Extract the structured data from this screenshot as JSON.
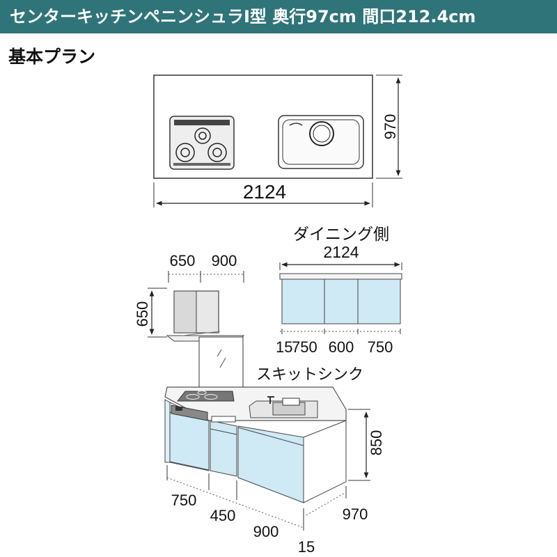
{
  "header": {
    "title": "センターキッチンペニンシュラI型 奥行97cm 間口212.4cm"
  },
  "section": {
    "title": "基本プラン"
  },
  "plan_view": {
    "depth_label": "970",
    "width_label": "2124"
  },
  "dining_side": {
    "title": "ダイニング側",
    "width_label": "2124",
    "segment_labels": [
      "15",
      "750",
      "600",
      "750"
    ]
  },
  "range_hood": {
    "width_labels": [
      "650",
      "900"
    ],
    "height_label": "650"
  },
  "sink": {
    "label": "スキットシンク"
  },
  "kitchen_front": {
    "height_label": "850",
    "depth_label": "970",
    "width_labels": [
      "750",
      "450",
      "900",
      "15"
    ]
  },
  "colors": {
    "header_bg": "#2e7479",
    "panel_blue": "#cfe9f5",
    "countertop": "#f4f4f4"
  }
}
